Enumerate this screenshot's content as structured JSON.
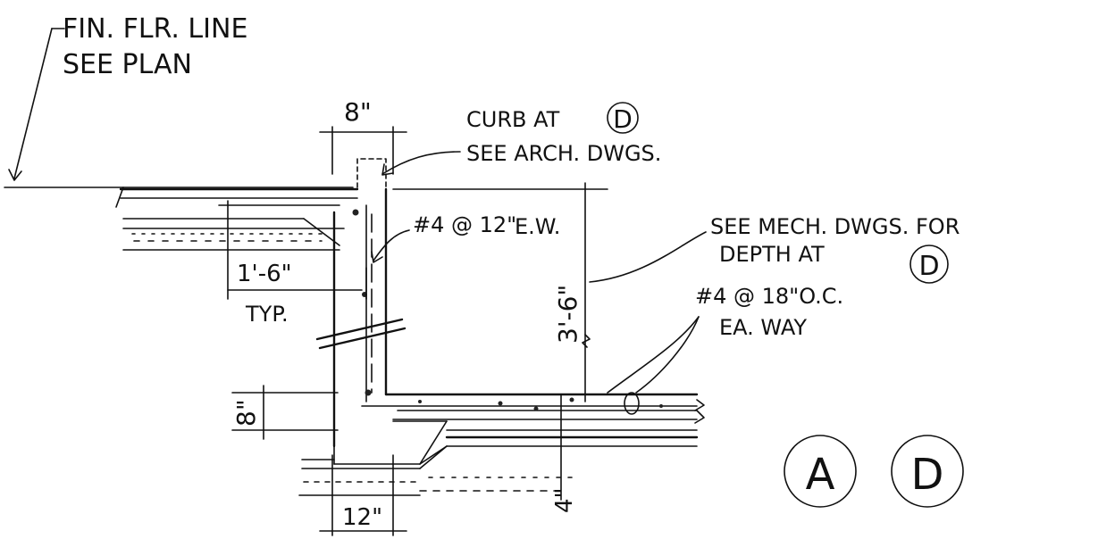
{
  "notes": {
    "fin_flr_line_1": "FIN. FLR. LINE",
    "fin_flr_line_2": "SEE PLAN",
    "curb_at": "CURB AT",
    "see_arch": "SEE ARCH. DWGS.",
    "rebar_wall": "#4 @ 12\"",
    "rebar_wall_ew": "E.W.",
    "see_mech_1": "SEE MECH. DWGS. FOR",
    "see_mech_2": "DEPTH AT",
    "rebar_slab_1": "#4 @ 18\"O.C.",
    "rebar_slab_2": "EA. WAY"
  },
  "dimensions": {
    "curb_width": "8\"",
    "lap": "1'-6\"",
    "lap_typ": "TYP.",
    "pit_depth": "3'-6\"",
    "slab_thickness": "8\"",
    "base_slab": "4\"",
    "wall_footing": "12\""
  },
  "bubbles": {
    "curb_ref": "D",
    "mech_ref": "D",
    "bottom_left": "A",
    "bottom_right": "D"
  }
}
